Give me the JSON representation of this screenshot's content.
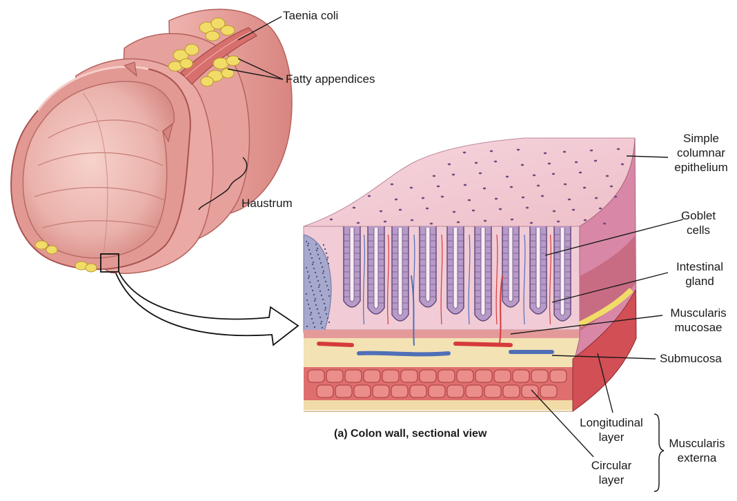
{
  "labels": {
    "taenia_coli": "Taenia coli",
    "fatty_appendices": "Fatty appendices",
    "haustrum": "Haustrum",
    "simple_columnar": [
      "Simple",
      "columnar",
      "epithelium"
    ],
    "goblet_cells": [
      "Goblet",
      "cells"
    ],
    "intestinal_gland": [
      "Intestinal",
      "gland"
    ],
    "muscularis_mucosae": [
      "Muscularis",
      "mucosae"
    ],
    "submucosa": "Submucosa",
    "longitudinal_layer": [
      "Longitudinal",
      "layer"
    ],
    "circular_layer": [
      "Circular",
      "layer"
    ],
    "muscularis_externa": [
      "Muscularis",
      "externa"
    ]
  },
  "caption": "(a) Colon wall, sectional view",
  "colors": {
    "colon_pink": "#e9a3a0",
    "colon_dark": "#c86e6c",
    "fat_yellow": "#f2dc68",
    "epithelium_purple": "#9c7fb1",
    "mucosa_pink": "#ecc6cf",
    "submucosa_cream": "#f2e3b6",
    "muscle_red": "#d9585a",
    "vein_blue": "#4f6fb8",
    "artery_red": "#d63a3a"
  }
}
